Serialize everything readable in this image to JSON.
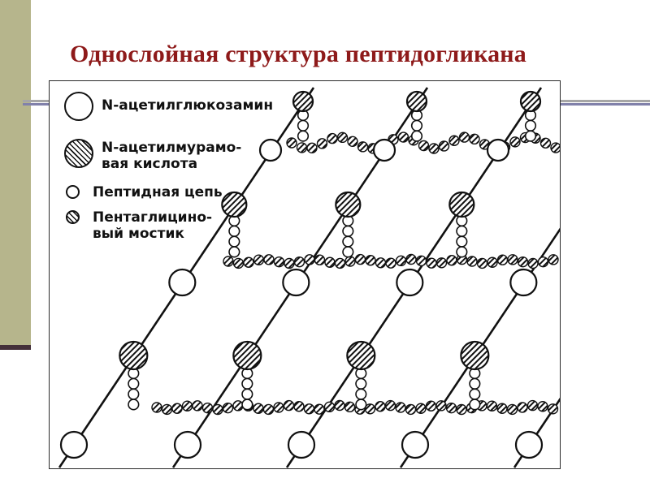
{
  "slide": {
    "title": "Однослойная структура пептидогликана"
  },
  "diagram": {
    "legend": [
      {
        "symbol": "large-white-circle",
        "label": "N-ацетилглюкозамин",
        "lines": [
          "N-ацетилглюкозамин"
        ]
      },
      {
        "symbol": "large-hatched-circle",
        "label": "N-ацетилмурамовая кислота",
        "lines": [
          "N-ацетилмурамо-",
          "вая кислота"
        ]
      },
      {
        "symbol": "small-white-circle",
        "label": "Пептидная цепь",
        "lines": [
          "Пептидная цепь"
        ]
      },
      {
        "symbol": "small-hatched-circle",
        "label": "Пентаглициновый мостик",
        "lines": [
          "Пентаглицино-",
          "вый мостик"
        ]
      }
    ],
    "colors": {
      "accent_bar": "#b6b58c",
      "accent_underline": "#44303a",
      "title_text": "#8e1a1a",
      "rule_gray": "#a6a6a6",
      "rule_purple": "#8181aa",
      "ink": "#111111"
    }
  }
}
